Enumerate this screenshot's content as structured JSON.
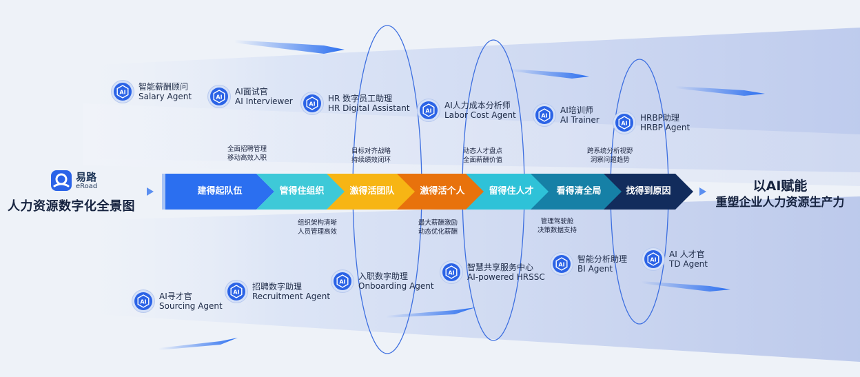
{
  "brand": {
    "name": "易路",
    "name_en": "eRoad",
    "subtitle": "人力资源数字化全景图"
  },
  "conclusion": {
    "line1": "以AI赋能",
    "line2": "重塑企业人力资源生产力"
  },
  "agents_top": [
    {
      "zh": "智能薪酬顾问",
      "en": "Salary Agent"
    },
    {
      "zh": "AI面试官",
      "en": "AI Interviewer"
    },
    {
      "zh": "HR 数字员工助理",
      "en": "HR Digital Assistant"
    },
    {
      "zh": "AI人力成本分析师",
      "en": "Labor Cost Agent"
    },
    {
      "zh": "AI培训师",
      "en": "AI Trainer"
    },
    {
      "zh": "HRBP助理",
      "en": "HRBP Agent"
    }
  ],
  "agents_bottom": [
    {
      "zh": "AI寻才官",
      "en": "Sourcing Agent"
    },
    {
      "zh": "招聘数字助理",
      "en": "Recruitment Agent"
    },
    {
      "zh": "入职数字助理",
      "en": "Onboarding Agent"
    },
    {
      "zh": "智慧共享服务中心",
      "en": "AI-powered HRSSC"
    },
    {
      "zh": "智能分析助理",
      "en": "BI Agent"
    },
    {
      "zh": "AI 人才官",
      "en": "TD Agent"
    }
  ],
  "stages": [
    {
      "label": "建得起队伍",
      "color": "#2b6ff0"
    },
    {
      "label": "管得住组织",
      "color": "#3ec9d8"
    },
    {
      "label": "激得活团队",
      "color": "#f7b514"
    },
    {
      "label": "激得活个人",
      "color": "#e8720c"
    },
    {
      "label": "留得住人才",
      "color": "#2ec2d8"
    },
    {
      "label": "看得清全局",
      "color": "#1680a6"
    },
    {
      "label": "找得到原因",
      "color": "#122c5c"
    }
  ],
  "notes_top": [
    {
      "l1": "全面招聘管理",
      "l2": "移动高效入职"
    },
    {
      "l1": "目标对齐战略",
      "l2": "持续绩效闭环"
    },
    {
      "l1": "动态人才盘点",
      "l2": "全面薪酬价值"
    },
    {
      "l1": "跨系统分析视野",
      "l2": "洞察问题趋势"
    }
  ],
  "notes_bottom": [
    {
      "l1": "组织架构清晰",
      "l2": "人员管理高效"
    },
    {
      "l1": "最大薪酬激励",
      "l2": "动态优化薪酬"
    },
    {
      "l1": "管理驾驶舱",
      "l2": "决策数据支持"
    }
  ],
  "icon_names": {
    "agent": "ai-chip-icon",
    "brand": "eroad-logo-icon",
    "arrow": "chevron-right-icon"
  },
  "colors": {
    "accent": "#2b63e6",
    "background": "#eef2f8"
  }
}
